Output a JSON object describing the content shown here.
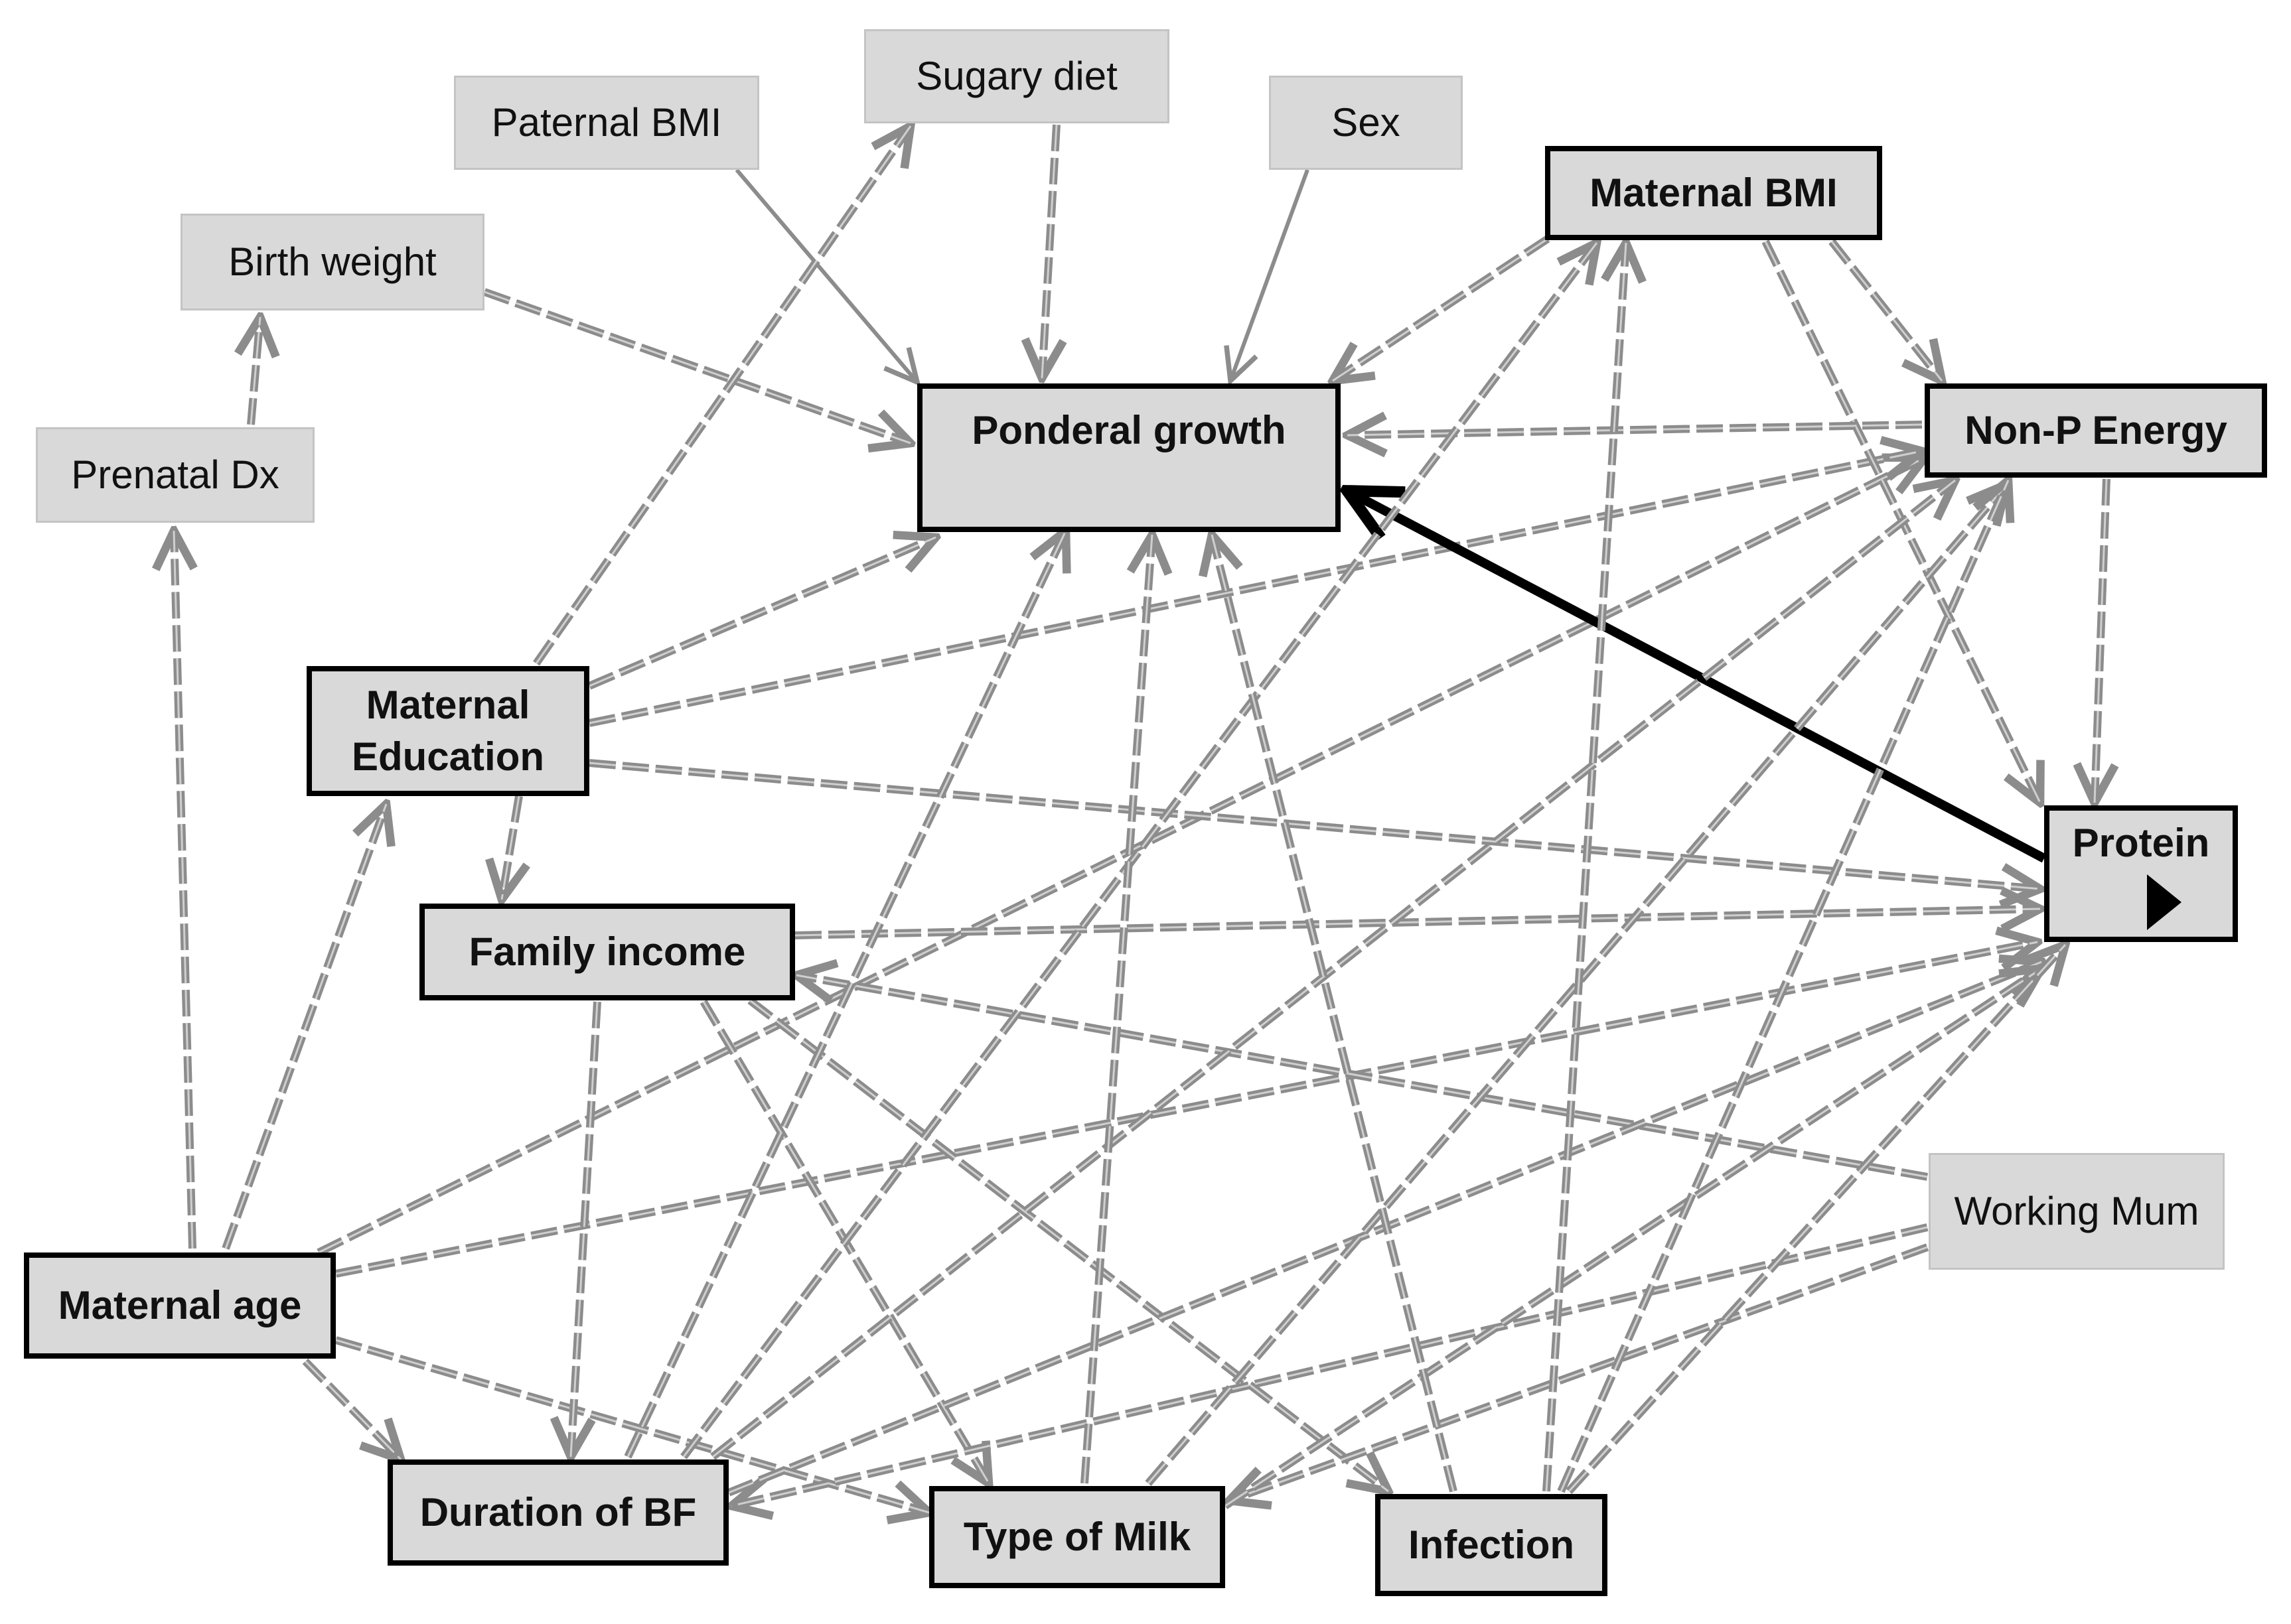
{
  "nodes": {
    "paternal_bmi": "Paternal BMI",
    "sugary_diet": "Sugary diet",
    "sex": "Sex",
    "birth_weight": "Birth weight",
    "prenatal_dx": "Prenatal Dx",
    "maternal_bmi": "Maternal BMI",
    "ponderal_growth": "Ponderal growth",
    "non_p_energy": "Non-P Energy",
    "maternal_education_1": "Maternal",
    "maternal_education_2": "Education",
    "family_income": "Family income",
    "protein": "Protein",
    "working_mum": "Working Mum",
    "maternal_age": "Maternal age",
    "duration_bf": "Duration of BF",
    "type_of_milk": "Type of Milk",
    "infection": "Infection"
  },
  "edges": [
    {
      "from": "Birth weight",
      "to": "Ponderal growth",
      "style": "dashed"
    },
    {
      "from": "Paternal BMI",
      "to": "Ponderal growth",
      "style": "solid-gray"
    },
    {
      "from": "Sugary diet",
      "to": "Ponderal growth",
      "style": "dashed"
    },
    {
      "from": "Sex",
      "to": "Ponderal growth",
      "style": "solid-gray"
    },
    {
      "from": "Prenatal Dx",
      "to": "Birth weight",
      "style": "dashed"
    },
    {
      "from": "Maternal age",
      "to": "Prenatal Dx",
      "style": "dashed"
    },
    {
      "from": "Maternal age",
      "to": "Maternal Education",
      "style": "dashed"
    },
    {
      "from": "Maternal age",
      "to": "Duration of BF",
      "style": "dashed"
    },
    {
      "from": "Maternal age",
      "to": "Type of Milk",
      "style": "dashed"
    },
    {
      "from": "Maternal age",
      "to": "Protein",
      "style": "dashed"
    },
    {
      "from": "Maternal age",
      "to": "Non-P Energy",
      "style": "dashed"
    },
    {
      "from": "Maternal Education",
      "to": "Sugary diet",
      "style": "dashed"
    },
    {
      "from": "Maternal Education",
      "to": "Ponderal growth",
      "style": "dashed"
    },
    {
      "from": "Maternal Education",
      "to": "Non-P Energy",
      "style": "dashed"
    },
    {
      "from": "Maternal Education",
      "to": "Protein",
      "style": "dashed"
    },
    {
      "from": "Maternal Education",
      "to": "Family income",
      "style": "dashed"
    },
    {
      "from": "Maternal BMI",
      "to": "Ponderal growth",
      "style": "dashed"
    },
    {
      "from": "Maternal BMI",
      "to": "Non-P Energy",
      "style": "dashed"
    },
    {
      "from": "Maternal BMI",
      "to": "Protein",
      "style": "dashed"
    },
    {
      "from": "Non-P Energy",
      "to": "Ponderal growth",
      "style": "dashed"
    },
    {
      "from": "Non-P Energy",
      "to": "Protein",
      "style": "dashed"
    },
    {
      "from": "Protein",
      "to": "Ponderal growth",
      "style": "solid-bold"
    },
    {
      "from": "Family income",
      "to": "Protein",
      "style": "dashed"
    },
    {
      "from": "Family income",
      "to": "Duration of BF",
      "style": "dashed"
    },
    {
      "from": "Family income",
      "to": "Type of Milk",
      "style": "dashed"
    },
    {
      "from": "Family income",
      "to": "Infection",
      "style": "dashed"
    },
    {
      "from": "Working Mum",
      "to": "Family income",
      "style": "dashed"
    },
    {
      "from": "Working Mum",
      "to": "Duration of BF",
      "style": "dashed"
    },
    {
      "from": "Working Mum",
      "to": "Type of Milk",
      "style": "dashed"
    },
    {
      "from": "Duration of BF",
      "to": "Ponderal growth",
      "style": "dashed"
    },
    {
      "from": "Duration of BF",
      "to": "Maternal BMI",
      "style": "dashed"
    },
    {
      "from": "Duration of BF",
      "to": "Non-P Energy",
      "style": "dashed"
    },
    {
      "from": "Duration of BF",
      "to": "Protein",
      "style": "dashed"
    },
    {
      "from": "Type of Milk",
      "to": "Ponderal growth",
      "style": "dashed"
    },
    {
      "from": "Type of Milk",
      "to": "Non-P Energy",
      "style": "dashed"
    },
    {
      "from": "Type of Milk",
      "to": "Protein",
      "style": "dashed"
    },
    {
      "from": "Infection",
      "to": "Ponderal growth",
      "style": "dashed"
    },
    {
      "from": "Infection",
      "to": "Maternal BMI",
      "style": "dashed"
    },
    {
      "from": "Infection",
      "to": "Non-P Energy",
      "style": "dashed"
    },
    {
      "from": "Infection",
      "to": "Protein",
      "style": "dashed"
    }
  ],
  "colors": {
    "edge_gray": "#8c8c8c",
    "edge_dash_light": "#cfcfcf",
    "edge_bold": "#000000",
    "node_fill": "#d9d9d9",
    "node_border": "#000000"
  }
}
